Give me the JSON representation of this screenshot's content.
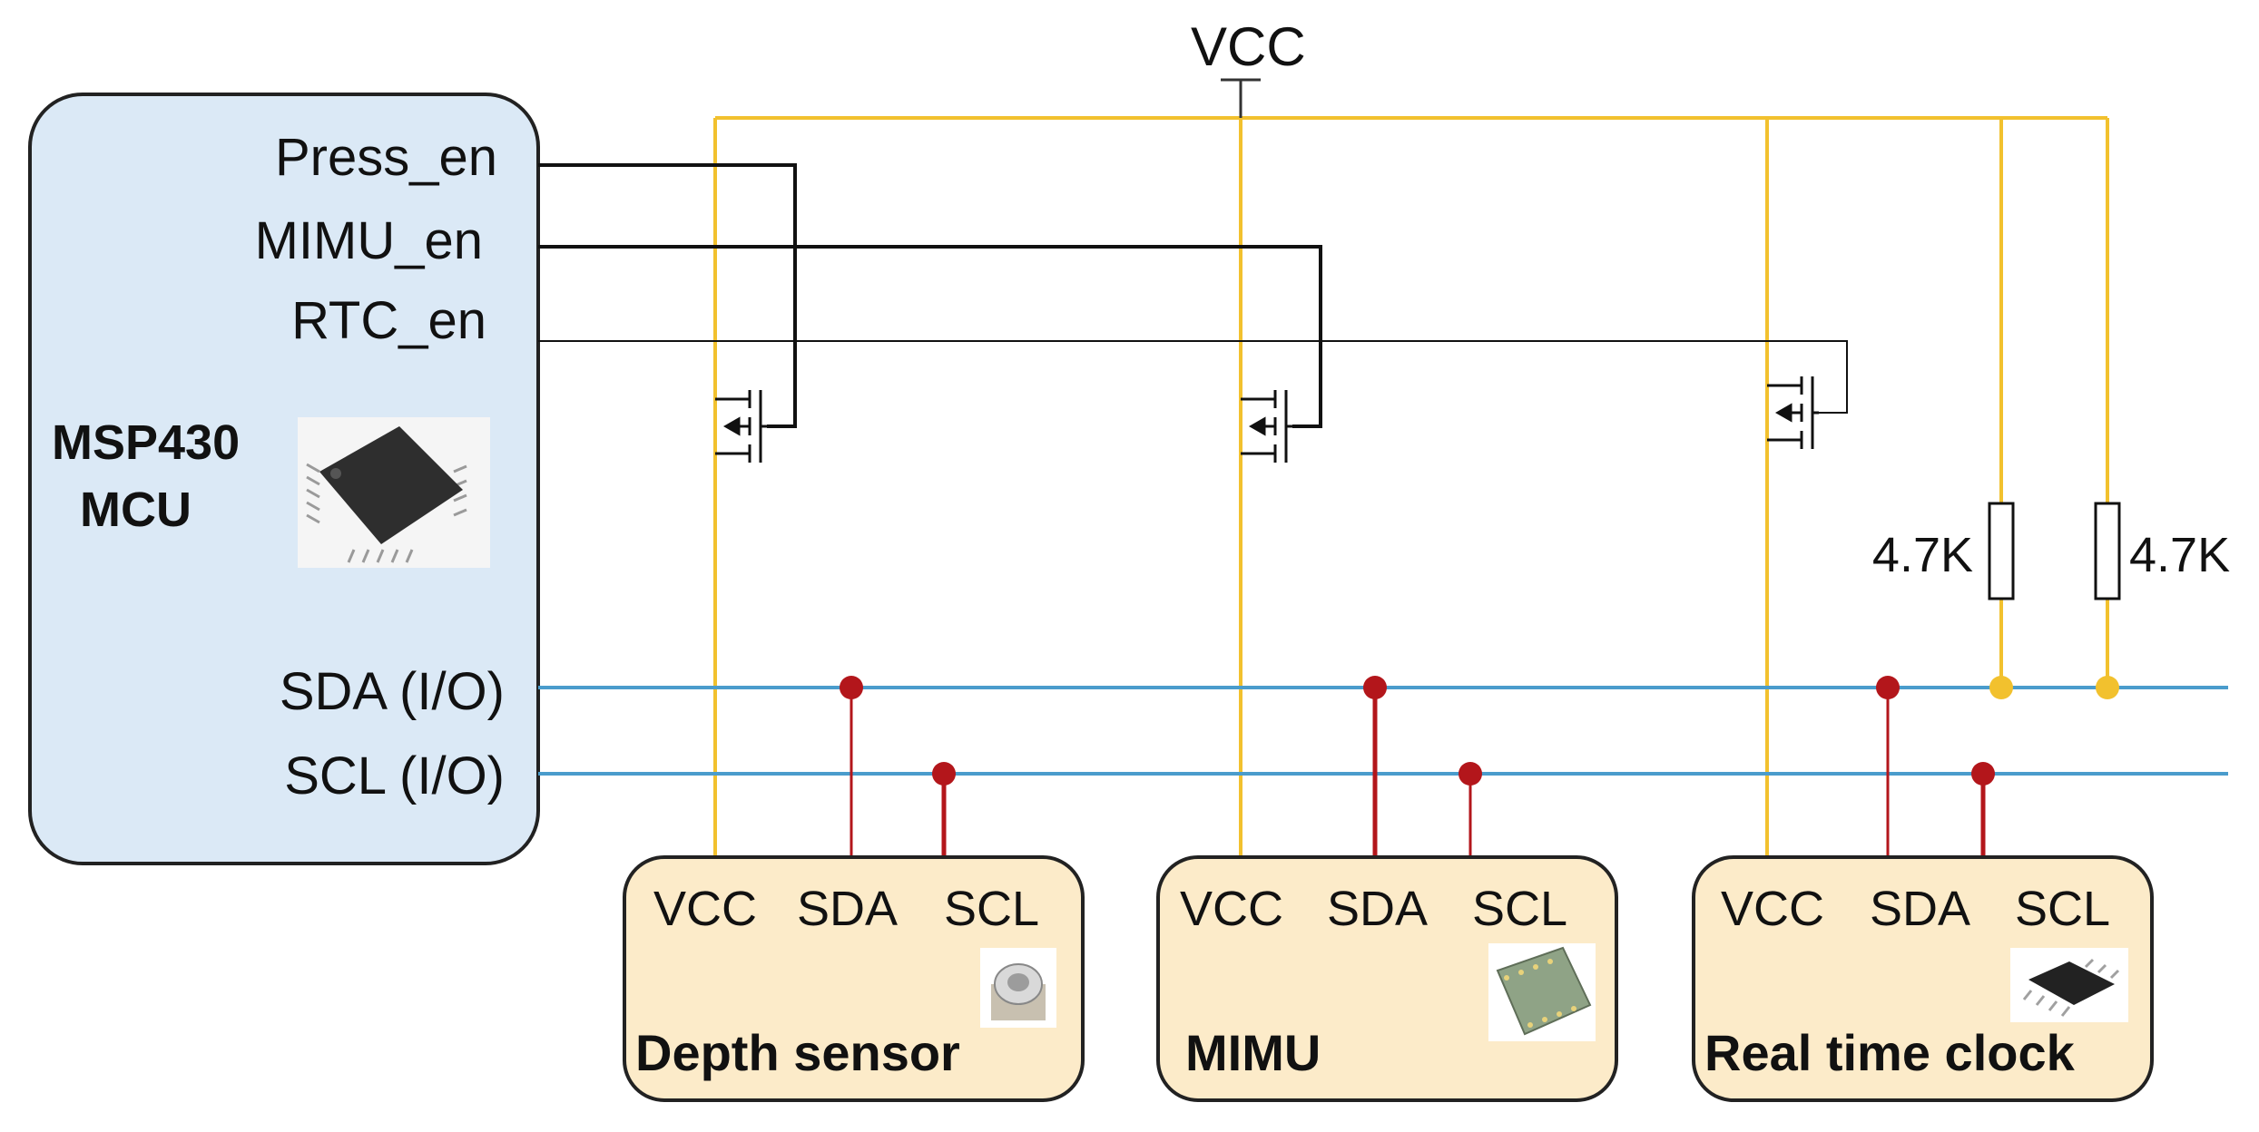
{
  "vcc_label": "VCC",
  "mcu": {
    "pins": [
      "Press_en",
      "MIMU_en",
      "RTC_en",
      "SDA (I/O)",
      "SCL (I/O)"
    ],
    "name_line1": "MSP430",
    "name_line2": "MCU"
  },
  "resistors": [
    "4.7K",
    "4.7K"
  ],
  "modules": [
    {
      "title": "Depth sensor",
      "pins": [
        "VCC",
        "SDA",
        "SCL"
      ],
      "icon": "pressure-sensor-chip-icon"
    },
    {
      "title": "MIMU",
      "pins": [
        "VCC",
        "SDA",
        "SCL"
      ],
      "icon": "imu-module-chip-icon"
    },
    {
      "title": "Real time clock",
      "pins": [
        "VCC",
        "SDA",
        "SCL"
      ],
      "icon": "soic-chip-icon"
    }
  ],
  "colors": {
    "vcc_wire": "#f2c12e",
    "bus_wire": "#4a9ccc",
    "tap_wire": "#b3161b",
    "mcu_fill": "#dbe9f6",
    "module_fill": "#fcebc9"
  }
}
